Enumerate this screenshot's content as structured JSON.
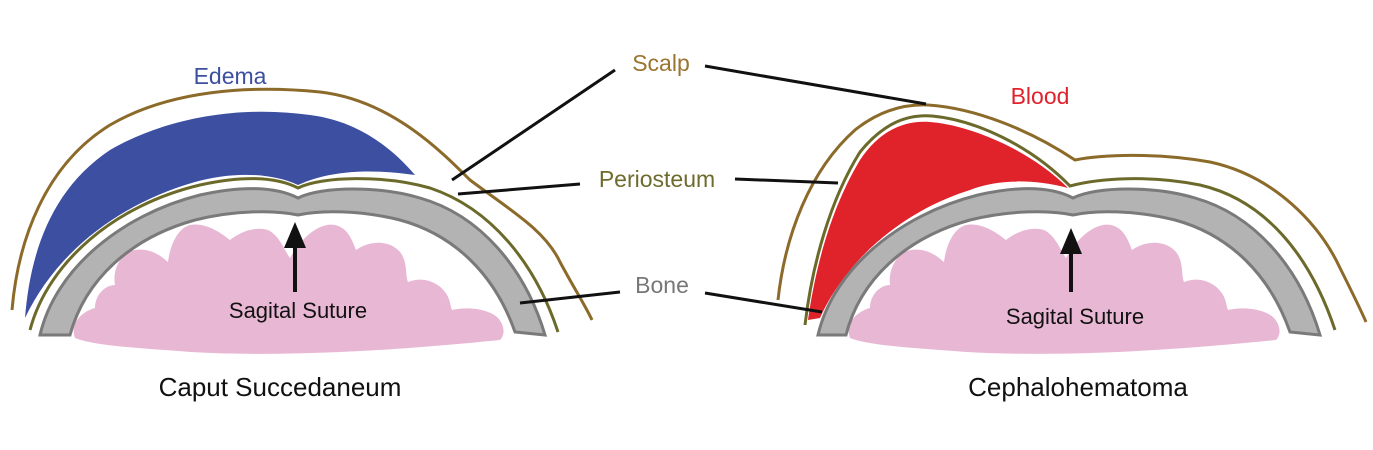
{
  "labels": {
    "edema": "Edema",
    "blood": "Blood",
    "scalp": "Scalp",
    "periosteum": "Periosteum",
    "bone": "Bone"
  },
  "left_panel": {
    "title": "Caput Succedaneum",
    "suture_label": "Sagital Suture"
  },
  "right_panel": {
    "title": "Cephalohematoma",
    "suture_label": "Sagital Suture"
  },
  "colors": {
    "edema": "#3c4fa0",
    "blood": "#e0222b",
    "scalp": "#8c6a2a",
    "periosteum": "#6b6a2a",
    "bone_fill": "#b3b3b3",
    "bone_edge": "#7a7a7a",
    "brain": "#e8b7d4",
    "label_scalp": "#9a7430",
    "label_periosteum": "#6e6b2c",
    "label_bone": "#777777"
  }
}
